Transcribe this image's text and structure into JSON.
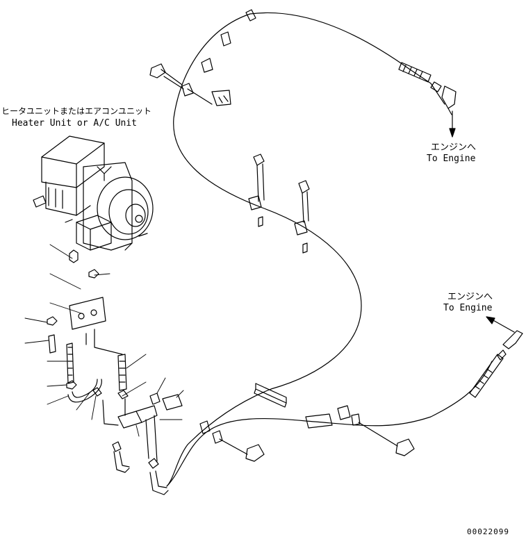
{
  "labels": {
    "heater_jp": "ヒータユニットまたはエアコンユニット",
    "heater_en": "Heater Unit or A/C Unit",
    "engine1_jp": "エンジンへ",
    "engine1_en": "To Engine",
    "engine2_jp": "エンジンへ",
    "engine2_en": "To Engine",
    "drawing_no": "00022099"
  },
  "colors": {
    "line": "#000000",
    "background": "#ffffff"
  }
}
